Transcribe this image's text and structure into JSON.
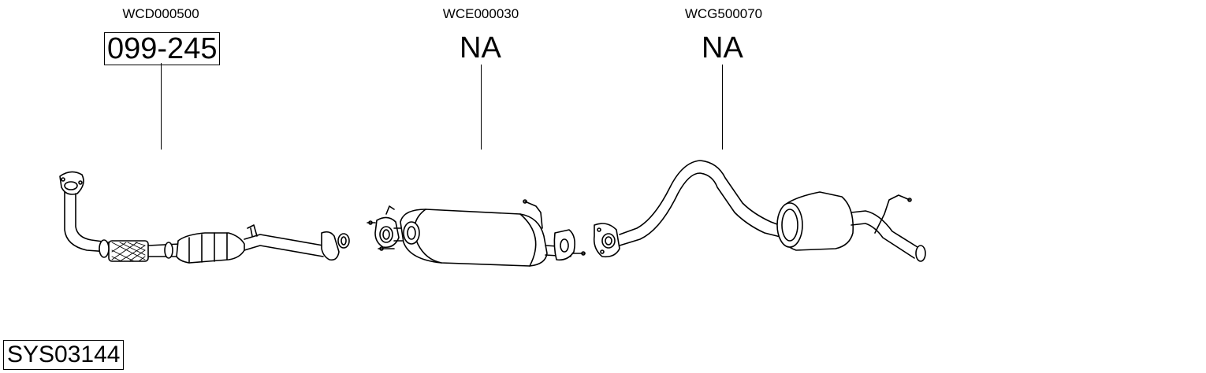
{
  "components": [
    {
      "code": "WCD000500",
      "part": "099-245",
      "boxed": true
    },
    {
      "code": "WCE000030",
      "part": "NA",
      "boxed": false
    },
    {
      "code": "WCG500070",
      "part": "NA",
      "boxed": false
    }
  ],
  "system_id": "SYS03144"
}
